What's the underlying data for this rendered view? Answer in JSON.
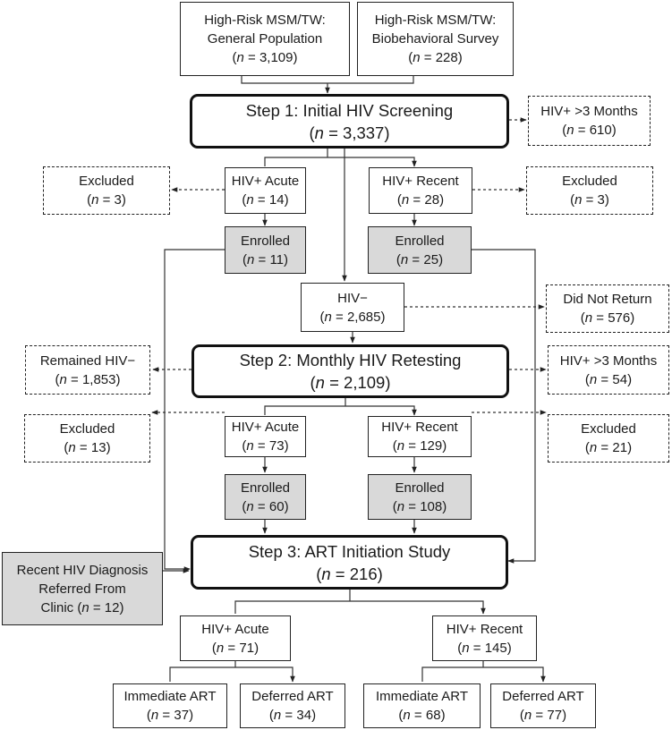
{
  "nodes": {
    "gen_pop": {
      "lines": [
        "High-Risk MSM/TW:",
        "General Population"
      ],
      "n": "3,109"
    },
    "bio_survey": {
      "lines": [
        "High-Risk MSM/TW:",
        "Biobehavioral Survey"
      ],
      "n": "228"
    },
    "step1": {
      "lines": [
        "Step 1: Initial HIV Screening"
      ],
      "n": "3,337"
    },
    "s1_gt3": {
      "lines": [
        "HIV+ >3 Months"
      ],
      "n": "610"
    },
    "s1_excl_left": {
      "lines": [
        "Excluded"
      ],
      "n": "3"
    },
    "s1_acute": {
      "lines": [
        "HIV+ Acute"
      ],
      "n": "14"
    },
    "s1_recent": {
      "lines": [
        "HIV+ Recent"
      ],
      "n": "28"
    },
    "s1_excl_right": {
      "lines": [
        "Excluded"
      ],
      "n": "3"
    },
    "s1_enr_acute": {
      "lines": [
        "Enrolled"
      ],
      "n": "11"
    },
    "s1_enr_recent": {
      "lines": [
        "Enrolled"
      ],
      "n": "25"
    },
    "hiv_neg": {
      "lines": [
        "HIV−"
      ],
      "n": "2,685"
    },
    "did_not_return": {
      "lines": [
        "Did Not Return"
      ],
      "n": "576"
    },
    "remained_neg": {
      "lines": [
        "Remained HIV−"
      ],
      "n": "1,853"
    },
    "step2": {
      "lines": [
        "Step 2: Monthly HIV Retesting"
      ],
      "n": "2,109"
    },
    "s2_gt3": {
      "lines": [
        "HIV+ >3 Months"
      ],
      "n": "54"
    },
    "s2_excl_left": {
      "lines": [
        "Excluded"
      ],
      "n": "13"
    },
    "s2_acute": {
      "lines": [
        "HIV+ Acute"
      ],
      "n": "73"
    },
    "s2_recent": {
      "lines": [
        "HIV+ Recent"
      ],
      "n": "129"
    },
    "s2_excl_right": {
      "lines": [
        "Excluded"
      ],
      "n": "21"
    },
    "s2_enr_acute": {
      "lines": [
        "Enrolled"
      ],
      "n": "60"
    },
    "s2_enr_recent": {
      "lines": [
        "Enrolled"
      ],
      "n": "108"
    },
    "step3": {
      "lines": [
        "Step 3: ART Initiation Study"
      ],
      "n": "216"
    },
    "referred": {
      "lines": [
        "Recent HIV Diagnosis",
        "Referred From"
      ],
      "prefix": "Clinic (",
      "n": "12",
      "suffix": ")"
    },
    "s3_acute": {
      "lines": [
        "HIV+ Acute"
      ],
      "n": "71"
    },
    "s3_recent": {
      "lines": [
        "HIV+ Recent"
      ],
      "n": "145"
    },
    "acute_immediate": {
      "lines": [
        "Immediate ART"
      ],
      "n": "37"
    },
    "acute_deferred": {
      "lines": [
        "Deferred ART"
      ],
      "n": "34"
    },
    "recent_immediate": {
      "lines": [
        "Immediate ART"
      ],
      "n": "68"
    },
    "recent_deferred": {
      "lines": [
        "Deferred ART"
      ],
      "n": "77"
    }
  }
}
